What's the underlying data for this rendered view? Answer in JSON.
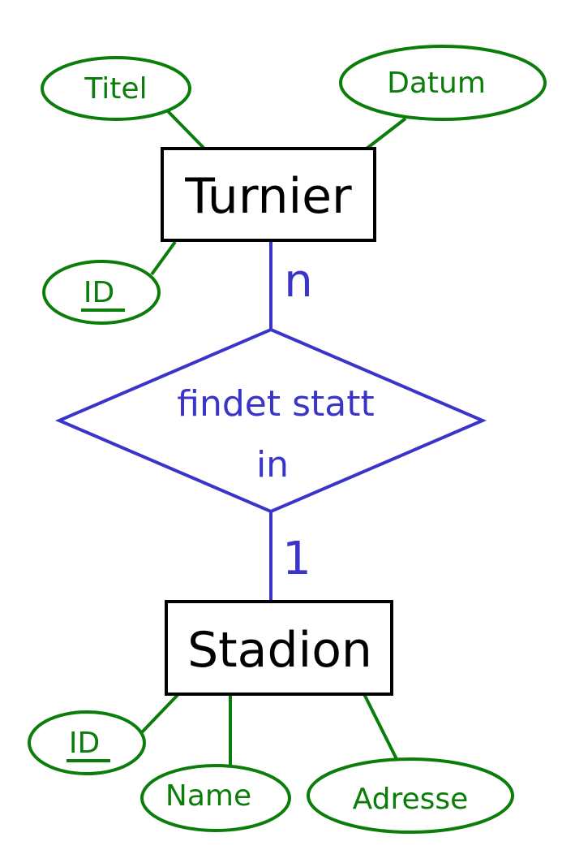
{
  "colors": {
    "entity": "#000000",
    "attribute": "#0a7d0a",
    "relationship": "#3a35c8"
  },
  "entities": {
    "turnier": "Turnier",
    "stadion": "Stadion"
  },
  "relationship": {
    "line1": "findet statt",
    "line2": "in"
  },
  "cardinality": {
    "turnier_side": "n",
    "stadion_side": "1"
  },
  "attributes": {
    "turnier": {
      "titel": "Titel",
      "datum": "Datum",
      "id": "ID"
    },
    "stadion": {
      "id": "ID",
      "name": "Name",
      "adresse": "Adresse"
    }
  }
}
